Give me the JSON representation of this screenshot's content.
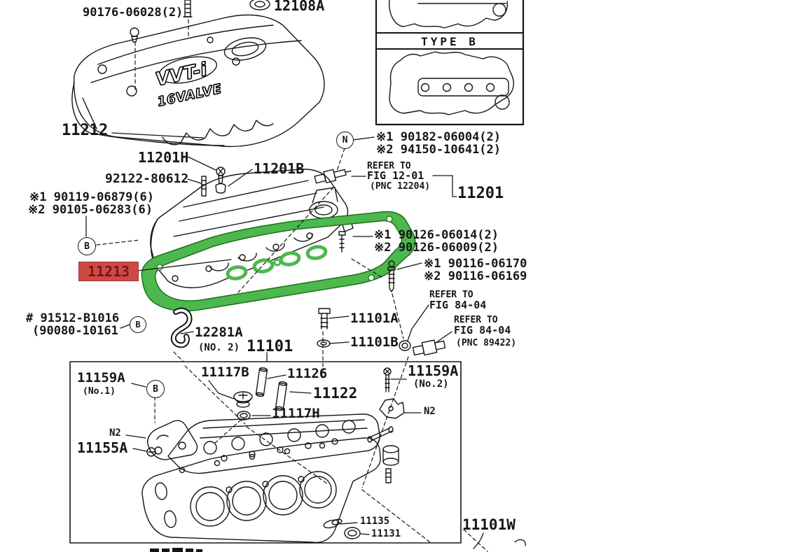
{
  "top": {
    "bolt_part": "90176-06028(2)",
    "grommet_part": "12108A",
    "engine_cover_part": "11212",
    "cover_logo_line1": "VVT-i",
    "cover_logo_line2": "16VALVE"
  },
  "inset": {
    "type_label": "TYPE B"
  },
  "valve_cover": {
    "washer_seal_part": "11201H",
    "grommet_part": "11201B",
    "stud_part": "92122-80612",
    "bolt_opt1": "※1 90119-06879(6)",
    "bolt_opt2": "※2 90105-06283(6)",
    "circle_b": "B",
    "circle_n": "N",
    "nut_opt1": "※1 90182-06004(2)",
    "nut_opt2": "※2 94150-10641(2)",
    "refer_fig12_line1": "REFER TO",
    "refer_fig12_line2": "FIG 12-01",
    "refer_fig12_line3": "(PNC 12204)",
    "cover_part": "11201",
    "bolt2_opt1": "※1 90126-06014(2)",
    "bolt2_opt2": "※2 90126-06009(2)",
    "stud2_opt1": "※1 90116-06170",
    "stud2_opt2": "※2 90116-06169",
    "gasket_part": "11213"
  },
  "middle": {
    "hook_part": "# 91512-B1016",
    "hook_part_sub": "(90080-10161",
    "circle_b": "B",
    "hanger_part": "12281A",
    "hanger_sub": "(NO. 2)",
    "head_assy_part": "11101",
    "head_bolt_part": "11101A",
    "head_washer_part": "11101B",
    "refer_fig84a_line1": "REFER TO",
    "refer_fig84a_line2": "FIG 84-04",
    "refer_fig84b_line1": "REFER TO",
    "refer_fig84b_line2": "FIG 84-04",
    "refer_fig84b_line3": "(PNC 89422)"
  },
  "head_box": {
    "cap_bolt1_part": "11159A",
    "cap_bolt1_sub": "(No.1)",
    "circle_b": "B",
    "cap_part": "11117B",
    "guide_part1": "11126",
    "guide_part2": "11122",
    "ring_part": "11117H",
    "n2_left": "N2",
    "plug_part": "11155A",
    "cap_bolt2_part": "11159A",
    "cap_bolt2_sub": "(No.2)",
    "n2_right": "N2",
    "seal_part1": "11135",
    "seal_part2": "11131",
    "head_sub_part": "11101W"
  },
  "colors": {
    "highlight_bg": "#cc4a46",
    "highlight_text": "#7e1310",
    "gasket_green": "#4db84d",
    "gasket_green_dark": "#1c711c",
    "line": "#161616"
  }
}
